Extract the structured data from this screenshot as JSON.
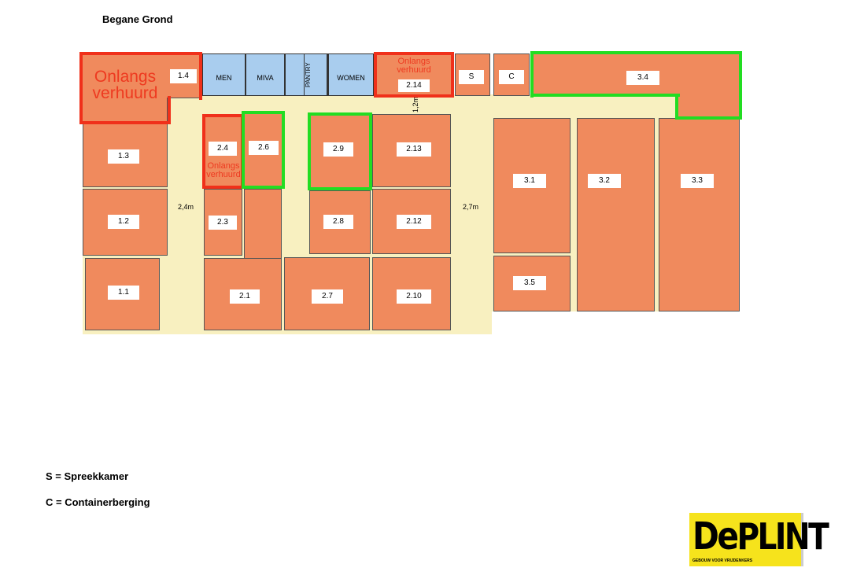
{
  "title": "Begane Grond",
  "rooms": {
    "r1_1": "1.1",
    "r1_2": "1.2",
    "r1_3": "1.3",
    "r1_4": "1.4",
    "r2_1": "2.1",
    "r2_3": "2.3",
    "r2_4": "2.4",
    "r2_6": "2.6",
    "r2_7": "2.7",
    "r2_8": "2.8",
    "r2_9": "2.9",
    "r2_10": "2.10",
    "r2_12": "2.12",
    "r2_13": "2.13",
    "r2_14": "2.14",
    "r3_1": "3.1",
    "r3_2": "3.2",
    "r3_3": "3.3",
    "r3_4": "3.4",
    "r3_5": "3.5",
    "s": "S",
    "c": "C"
  },
  "facilities": {
    "men": "MEN",
    "miva": "MIVA",
    "pantry": "PANTRY",
    "women": "WOMEN"
  },
  "dimensions": {
    "d1": "1,2m",
    "d2": "2,4m",
    "d3": "2,7m"
  },
  "annotations": {
    "rented": "Onlangs verhuurd"
  },
  "colors": {
    "room": "#F08A5D",
    "rented_outline": "#F0301A",
    "available_outline": "#22DD22",
    "corridor": "#F8F0C0",
    "facility": "#A9CDEE"
  },
  "legend": {
    "s": "S = Spreekkamer",
    "c": "C = Containerberging"
  },
  "logo": {
    "name": "DePLINT",
    "tagline": "GEBOUW VOOR VRIJDENKERS"
  }
}
